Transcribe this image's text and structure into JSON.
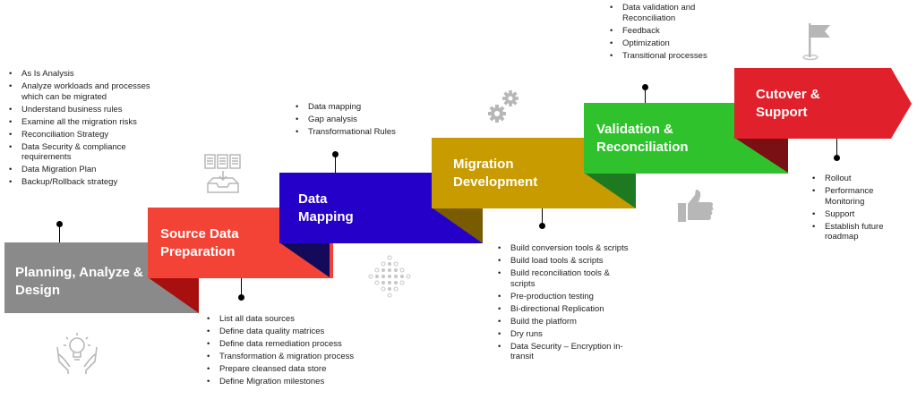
{
  "colors": {
    "planning": "#8a8a8a",
    "source": "#f24336",
    "mapping": "#2400c8",
    "migration": "#c89b00",
    "validation": "#2fc22c",
    "cutover": "#e0202a",
    "icon": "#b7b7b7"
  },
  "stages": [
    {
      "title": "Planning, Analyze & Design",
      "items": [
        "As Is Analysis",
        "Analyze workloads and processes which can be migrated",
        "Understand business rules",
        "Examine all the migration risks",
        "Reconciliation Strategy",
        "Data Security & compliance requirements",
        "Data Migration Plan",
        "Backup/Rollback strategy"
      ],
      "icon": "lightbulb-hands-icon"
    },
    {
      "title": "Source Data Preparation",
      "items": [
        "List all data sources",
        "Define data quality matrices",
        "Define data remediation process",
        "Transformation & migration process",
        "Prepare cleansed data store",
        "Define Migration milestones"
      ],
      "icon": "documents-tray-icon"
    },
    {
      "title": "Data Mapping",
      "items": [
        "Data mapping",
        "Gap analysis",
        "Transformational Rules"
      ],
      "icon": "dot-grid-icon"
    },
    {
      "title": "Migration Development",
      "items": [
        "Build conversion tools & scripts",
        "Build load tools & scripts",
        "Build reconciliation tools & scripts",
        "Pre-production testing",
        "Bi-directional Replication",
        "Build the platform",
        "Dry runs",
        "Data Security – Encryption in-transit"
      ],
      "icon": "gears-icon"
    },
    {
      "title": "Validation & Reconciliation",
      "items": [
        "Data validation and Reconciliation",
        "Feedback",
        "Optimization",
        "Transitional processes"
      ],
      "icon": "thumbs-up-icon"
    },
    {
      "title": "Cutover & Support",
      "items": [
        "Rollout",
        "Performance Monitoring",
        "Support",
        "Establish future roadmap"
      ],
      "icon": "flag-icon"
    }
  ]
}
